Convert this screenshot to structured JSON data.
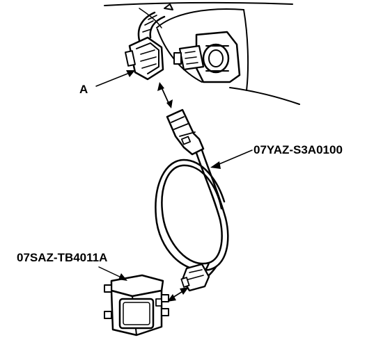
{
  "callouts": {
    "connector_a": "A",
    "extension_harness": "07YAZ-S3A0100",
    "control_unit": "07SAZ-TB4011A"
  },
  "colors": {
    "ink": "#000000",
    "paper": "#ffffff"
  }
}
